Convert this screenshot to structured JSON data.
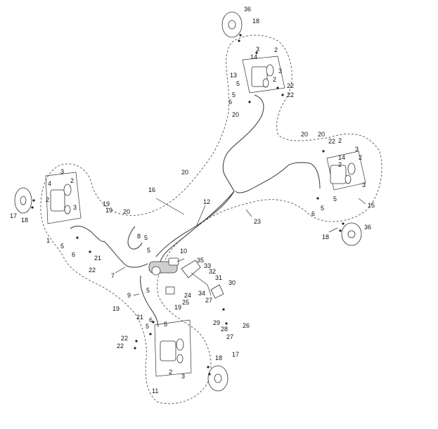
{
  "callouts": {
    "c36a": "36",
    "c18a": "18",
    "c3a": "3",
    "c2a": "2",
    "c14a": "14",
    "c13": "13",
    "c3b": "3",
    "c2b": "2",
    "c5a": "5",
    "c22a": "22",
    "c22b": "22",
    "c5b": "5",
    "c6a": "6",
    "c20a": "20",
    "c20b": "20",
    "c20c": "20",
    "c22c": "22",
    "c2c": "2",
    "c3c": "3",
    "c14b": "14",
    "c2d": "2",
    "c2e": "2",
    "c3d": "3",
    "c5c": "5",
    "c6b": "6",
    "c5d": "5",
    "c15": "15",
    "c23": "23",
    "c36b": "36",
    "c18b": "18",
    "c20d": "20",
    "c16": "16",
    "c12": "12",
    "c3e": "3",
    "c4": "4",
    "c2f": "2",
    "c2g": "2",
    "c3f": "3",
    "c17a": "17",
    "c18c": "18",
    "c19a": "19",
    "c19b": "19",
    "c20e": "20",
    "c1": "1",
    "c5e": "5",
    "c6c": "6",
    "c21a": "21",
    "c22d": "22",
    "c8": "8",
    "c5f": "5",
    "c5g": "5",
    "c10": "10",
    "c7": "7",
    "c35": "35",
    "c33": "33",
    "c32": "32",
    "c31": "31",
    "c30": "30",
    "c34": "34",
    "c24": "24",
    "c25": "25",
    "c27a": "27",
    "c19c": "19",
    "c9": "9",
    "c5h": "5",
    "c19d": "19",
    "c21b": "21",
    "c6d": "6",
    "c5i": "5",
    "c5j": "5",
    "c29": "29",
    "c28": "28",
    "c26": "26",
    "c27b": "27",
    "c22e": "22",
    "c22f": "22",
    "c2h": "2",
    "c3g": "3",
    "c11": "11",
    "c18d": "18",
    "c17b": "17"
  }
}
